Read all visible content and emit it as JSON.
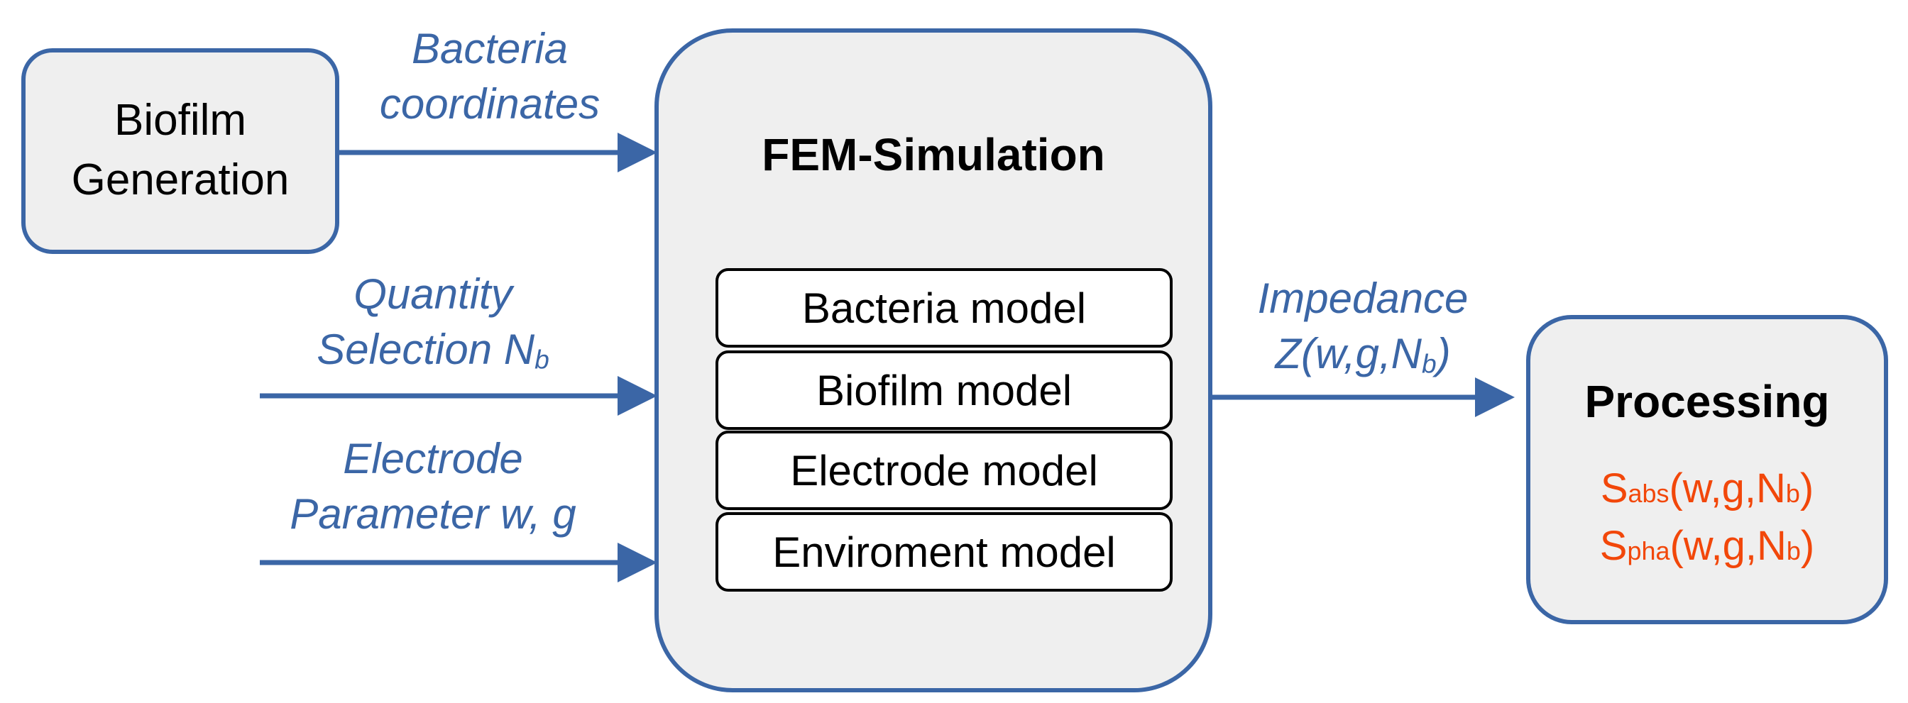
{
  "colors": {
    "accent": "#3b66a6",
    "output": "#f2470a",
    "box_fill": "#efefef"
  },
  "biofilm_generation": {
    "line1": "Biofilm",
    "line2": "Generation"
  },
  "fem": {
    "title": "FEM-Simulation",
    "models": [
      "Bacteria model",
      "Biofilm model",
      "Electrode model",
      "Enviroment model"
    ]
  },
  "processing": {
    "title": "Processing",
    "s_abs": {
      "s": "S",
      "sub": "abs",
      "args": "(w,g,N",
      "nsub": "b",
      "close": ")"
    },
    "s_pha": {
      "s": "S",
      "sub": "pha",
      "args": "(w,g,N",
      "nsub": "b",
      "close": ")"
    }
  },
  "labels": {
    "bacteria_coordinates": {
      "line1": "Bacteria",
      "line2": "coordinates"
    },
    "quantity_selection": {
      "line1": "Quantity",
      "line2": "Selection N",
      "line2_sub": "b"
    },
    "electrode_parameter": {
      "line1": "Electrode",
      "line2": "Parameter w, g"
    },
    "impedance": {
      "line1": "Impedance",
      "line2": "Z(w,g,N",
      "line2_sub": "b",
      "line2_close": ")"
    }
  }
}
